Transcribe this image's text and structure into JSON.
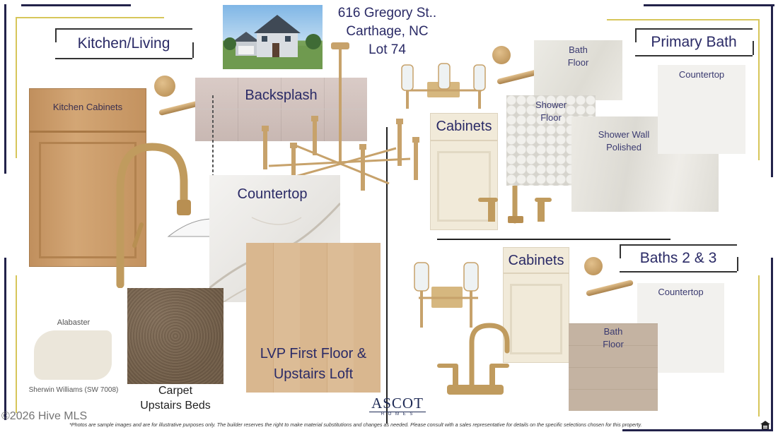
{
  "address": {
    "line1": "616 Gregory St..",
    "line2": "Carthage, NC",
    "line3": "Lot 74"
  },
  "sections": {
    "kitchen_title": "Kitchen/Living",
    "primary_bath_title": "Primary Bath",
    "baths_23_title": "Baths 2 & 3"
  },
  "kitchen": {
    "cabinets_label": "Kitchen Cabinets",
    "backsplash_label": "Backsplash",
    "countertop_label": "Countertop",
    "lvp_label_line1": "LVP First Floor &",
    "lvp_label_line2": "Upstairs Loft",
    "carpet_label_line1": "Carpet",
    "carpet_label_line2": "Upstairs Beds",
    "paint_name": "Alabaster",
    "paint_code": "Sherwin Williams (SW 7008)"
  },
  "primary_bath": {
    "cabinets_label": "Cabinets",
    "bath_floor_line1": "Bath",
    "bath_floor_line2": "Floor",
    "shower_floor_line1": "Shower",
    "shower_floor_line2": "Floor",
    "shower_wall_line1": "Shower Wall",
    "shower_wall_line2": "Polished",
    "countertop_label": "Countertop"
  },
  "baths_23": {
    "cabinets_label": "Cabinets",
    "countertop_label": "Countertop",
    "bath_floor_line1": "Bath",
    "bath_floor_line2": "Floor"
  },
  "brand": {
    "name": "ASCOT",
    "sub": "H O M E S"
  },
  "watermark": "©2026 Hive MLS",
  "disclaimer": "*Photos are sample images and are for illustrative purposes only. The builder reserves the right to make material substitutions and changes as needed. Please consult with a sales representative for details on the specific selections chosen for this property.",
  "colors": {
    "navy": "#2a2a66",
    "gold": "#d7c65a",
    "brass": "#c9a76b",
    "oak": "#c79a66"
  },
  "icons": {
    "equal_housing": "house-icon"
  }
}
